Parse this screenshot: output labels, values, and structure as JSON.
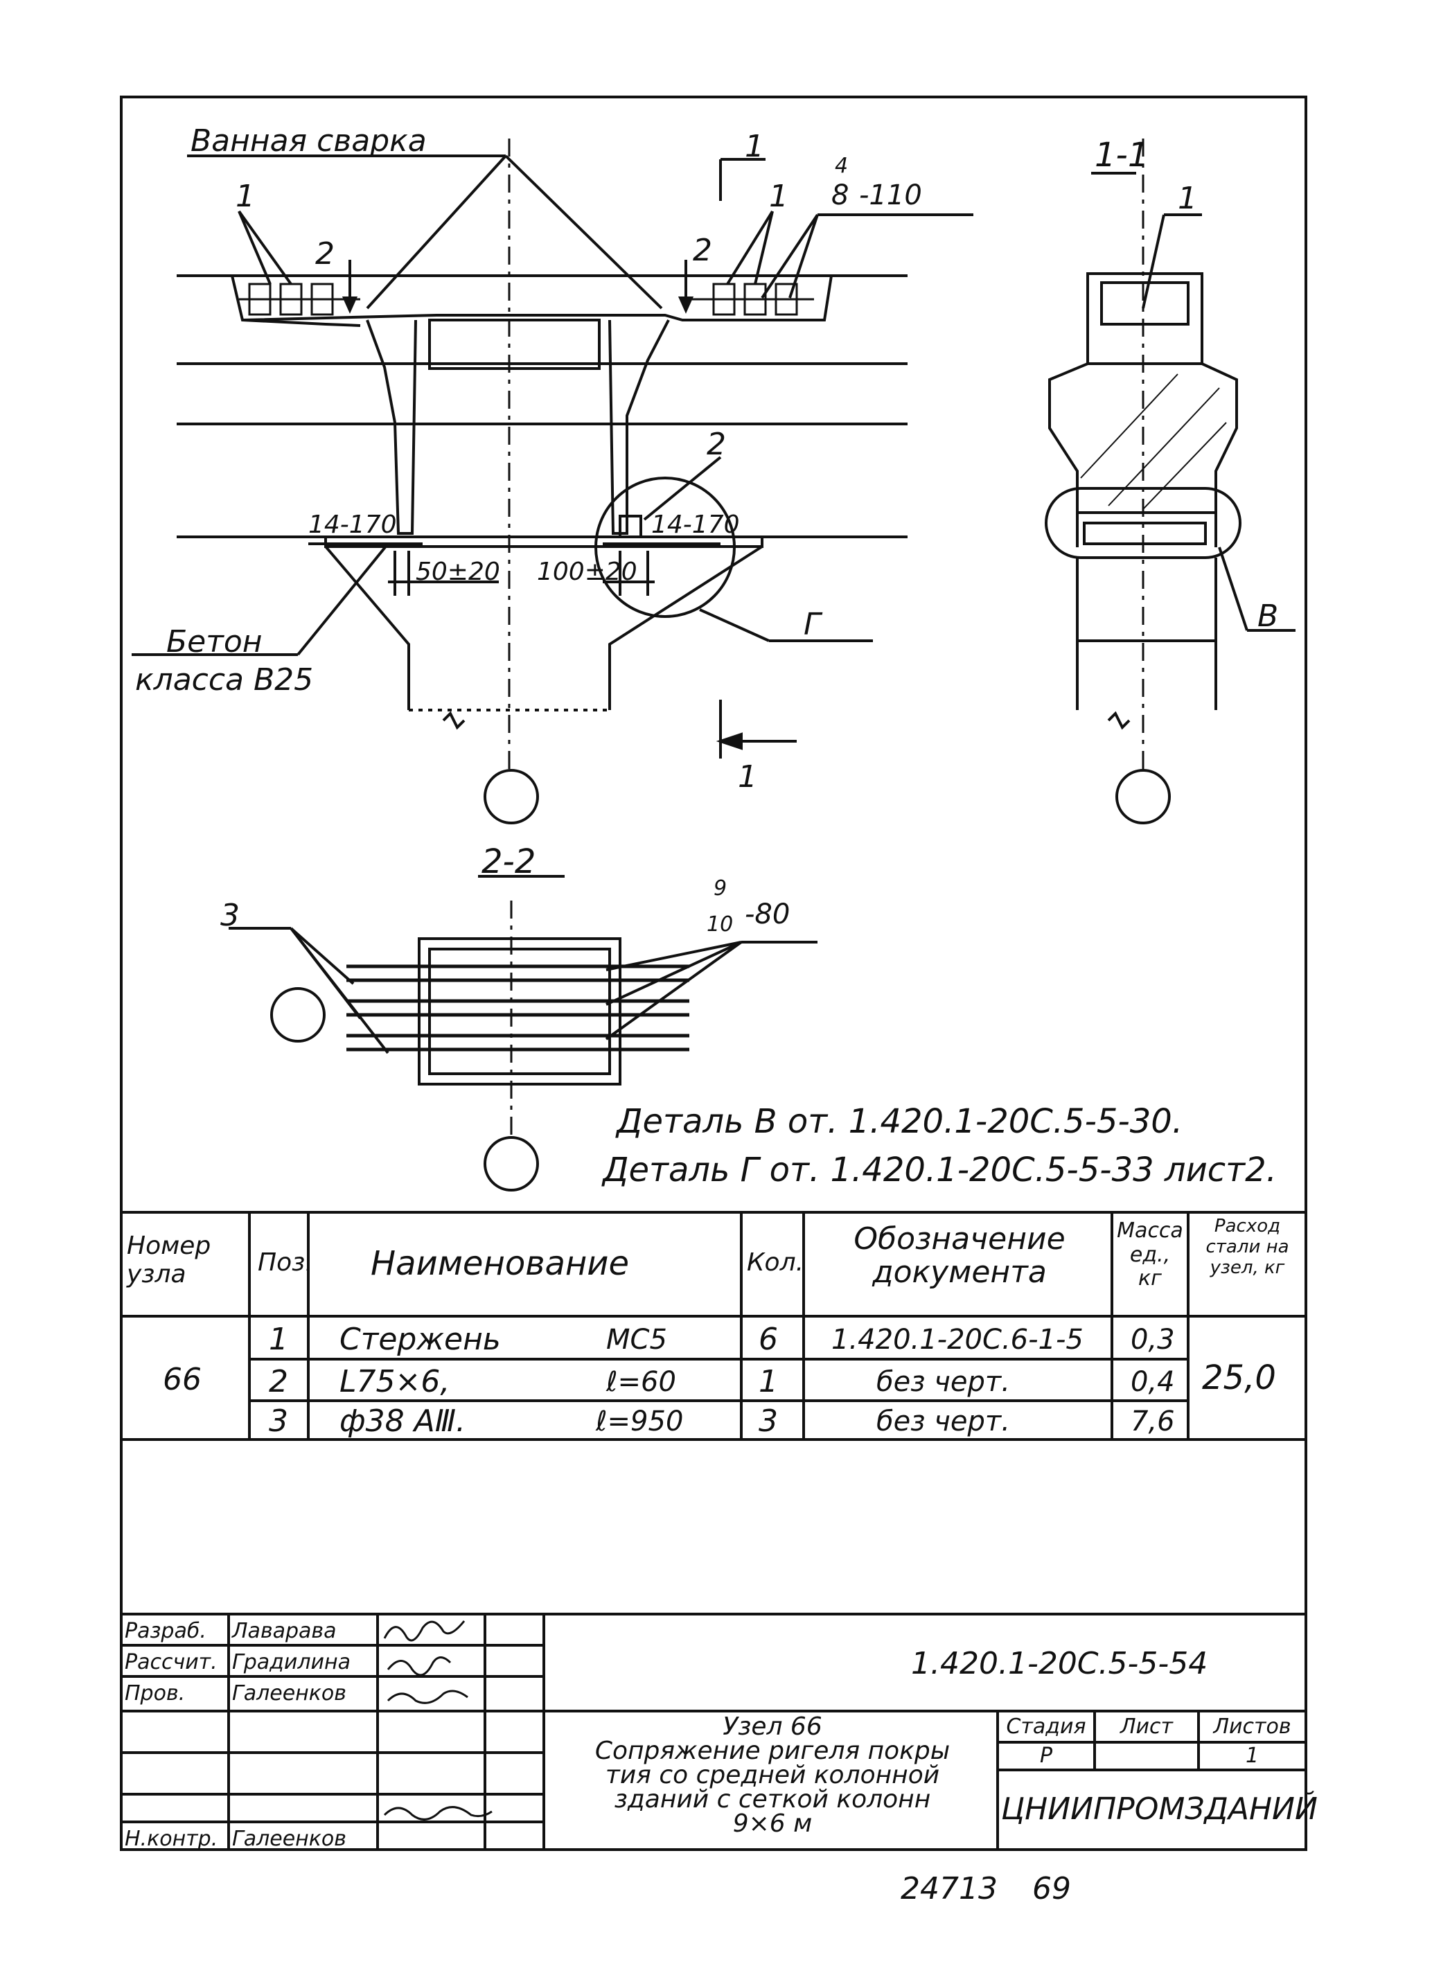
{
  "drawing": {
    "label_bath_weld": "Ванная сварка",
    "section_1_1": "1-1",
    "section_2_2": "2-2",
    "section_marker": "1",
    "pos_1": "1",
    "pos_2": "2",
    "pos_3": "3",
    "callout_4_num": "4",
    "callout_4_den": "8",
    "callout_4_dim": "-110",
    "callout_9_num": "9",
    "callout_9_den": "10",
    "callout_9_dim": "-80",
    "weld_14_170_left": "14-170",
    "weld_14_170_right": "14-170",
    "dim_50_20": "50±20",
    "dim_100_20": "100±20",
    "detail_g": "Г",
    "detail_v": "В",
    "concrete_line1": "Бетон",
    "concrete_line2": "класса В25",
    "note_detail_v": "Деталь В от. 1.420.1-20С.5-5-30.",
    "note_detail_g": "Деталь Г от. 1.420.1-20С.5-5-33 лист2."
  },
  "spec_table": {
    "headers": {
      "node_number": "Номер узла",
      "pos": "Поз.",
      "name": "Наименование",
      "qty": "Кол.",
      "designation": "Обозначение документа",
      "mass_unit": "Масса ед., кг",
      "steel_per_node": "Расход стали на узел, кг"
    },
    "node": "66",
    "total": "25,0",
    "rows": [
      {
        "pos": "1",
        "name": "Стержень",
        "mark": "МС5",
        "qty": "6",
        "doc": "1.420.1-20С.6-1-5",
        "mass": "0,3"
      },
      {
        "pos": "2",
        "name": "L75×6,",
        "mark": "ℓ=60",
        "qty": "1",
        "doc": "без черт.",
        "mass": "0,4"
      },
      {
        "pos": "3",
        "name": "ф38 АⅢ.",
        "mark": "ℓ=950",
        "qty": "3",
        "doc": "без черт.",
        "mass": "7,6"
      }
    ]
  },
  "title_block": {
    "roles": [
      "Разраб.",
      "Рассчит.",
      "Пров.",
      "",
      "",
      "Н.контр."
    ],
    "names": [
      "Лаварава",
      "Градилина",
      "Галеенков",
      "",
      "",
      "Галеенков"
    ],
    "doc_code": "1.420.1-20С.5-5-54",
    "title_lines": [
      "Узел 66",
      "Сопряжение ригеля покры",
      "тия со средней колонной",
      "зданий с сеткой колонн",
      "9×6 м"
    ],
    "stage_label": "Стадия",
    "stage_value": "Р",
    "sheet_label": "Лист",
    "sheet_value": "",
    "sheets_label": "Листов",
    "sheets_value": "1",
    "org": "ЦНИИПРОМЗДАНИЙ",
    "bottom_code": "24713",
    "bottom_page": "69"
  }
}
